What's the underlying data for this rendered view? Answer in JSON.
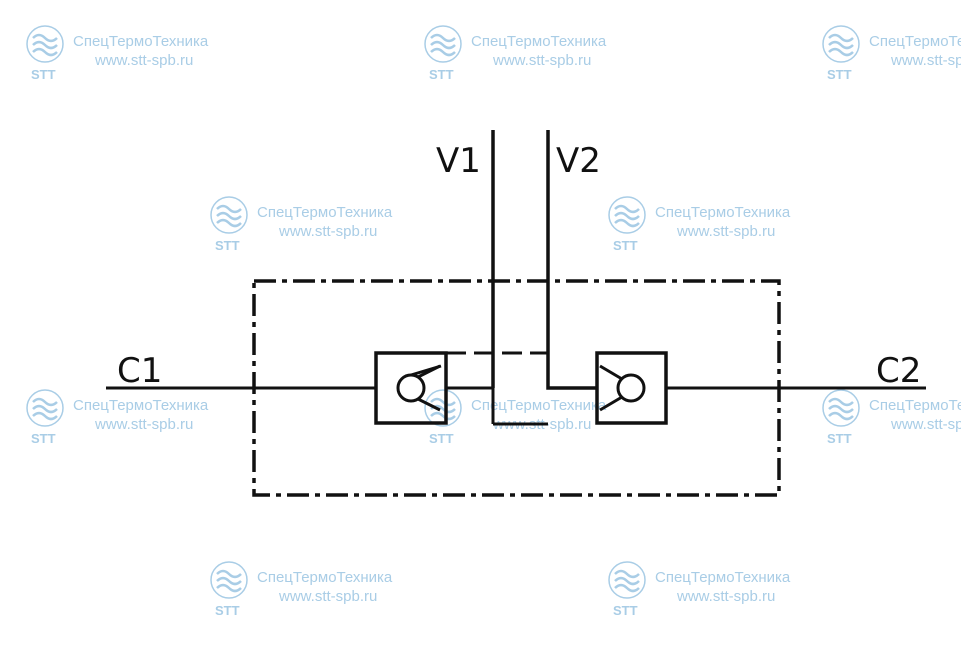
{
  "watermark": {
    "company": "СпецТермоТехника",
    "url": "www.stt-spb.ru",
    "logo_text": "STT"
  },
  "diagram": {
    "port_v1": "V1",
    "port_v2": "V2",
    "port_c1": "C1",
    "port_c2": "C2"
  }
}
